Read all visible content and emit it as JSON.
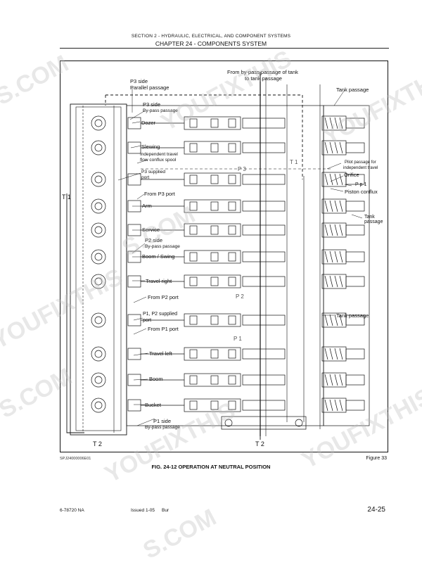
{
  "header": {
    "section": "SECTION 2 - HYDRAULIC, ELECTRICAL, AND COMPONENT SYSTEMS",
    "chapter": "CHAPTER 24 - COMPONENTS SYSTEM"
  },
  "diagram": {
    "labels": {
      "p3_side": "P3 side",
      "parallel_passage": "Parallel passage",
      "p3_side_2": "P3 side",
      "bypass_passage_p3": "By-pass passage",
      "from_bypass_1": "From by-pass passage of tank",
      "from_bypass_2": "to tank passage",
      "tank_passage_top": "Tank passage",
      "dozer": "Dozer",
      "slewing": "Slewing",
      "indep_travel_1": "Independent travel",
      "indep_travel_2": "flow conflux spool",
      "p3_supplied_1": "P3 supplied",
      "p3_supplied_2": "port",
      "from_p3_port": "From P3 port",
      "arm": "Arm",
      "service": "Service",
      "p2_side": "P2 side",
      "bypass_passage_p2": "By-pass passage",
      "boom_swing": "Boom / Swing",
      "travel_right": "Travel right",
      "from_p2_port": "From P2 port",
      "p1p2_supplied_1": "P1, P2 supplied",
      "p1p2_supplied_2": "port",
      "from_p1_port": "From P1 port",
      "travel_left": "Travel left",
      "boom": "Boom",
      "bucket": "Bucket",
      "p1_side": "P1 side",
      "bypass_passage_p1": "By-pass passage",
      "pilot_passage_1": "Pilot passage for",
      "pilot_passage_2": "independent travel",
      "orifice": "Orifice",
      "pp1": "P p 1",
      "piston_conflux": "Piston conflux",
      "tank_passage_right_1": "Tank",
      "tank_passage_right_2": "passage",
      "tank_passage_mid": "Tank passage",
      "t1": "T 1",
      "t1_mid": "T 1",
      "t2_left": "T 2",
      "t2_bottom": "T 2",
      "p3_mark": "P 3",
      "p2_mark": "P 2",
      "p1_mark": "P 1"
    }
  },
  "footer": {
    "image_code": "SPJ24000006E01",
    "figure": "Figure 33",
    "caption": "FIG. 24-12 OPERATION AT NEUTRAL POSITION",
    "doc_number": "6-78720 NA",
    "issued": "Issued 1-05",
    "lang": "Bur",
    "page": "24-25"
  },
  "watermarks": [
    "S.COM",
    "YOUFIXTHIS",
    "YOUFIXTHIS",
    "S.COM",
    "YOUFIXTHIS",
    "S.COM",
    "YOUFIXTHIS",
    "YOUFIXTHIS",
    "S.COM"
  ]
}
